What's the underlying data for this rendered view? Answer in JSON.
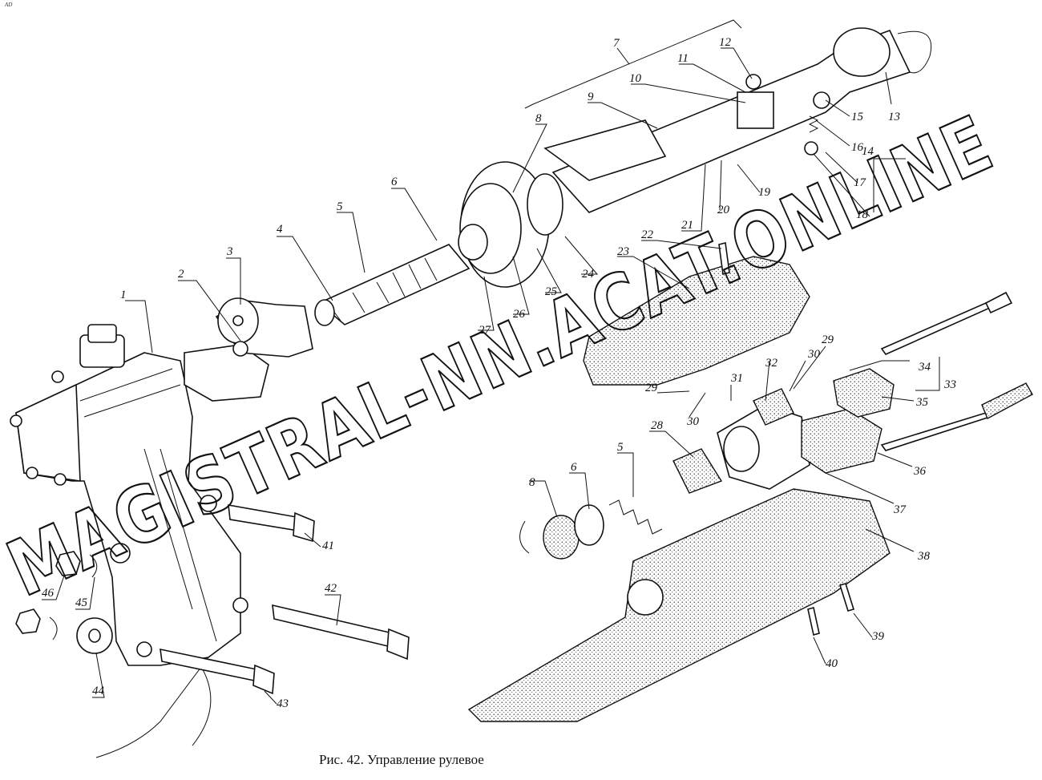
{
  "caption": "Рис. 42. Управление рулевое",
  "corner_mark": "AD",
  "watermark": "MAGISTRAL-NN.ACAT.ONLINE",
  "labels": {
    "l1": "1",
    "l2": "2",
    "l3": "3",
    "l4": "4",
    "l5": "5",
    "l6": "6",
    "l7": "7",
    "l8": "8",
    "l9": "9",
    "l10": "10",
    "l11": "11",
    "l12": "12",
    "l13": "13",
    "l14": "14",
    "l15": "15",
    "l16": "16",
    "l17": "17",
    "l18": "18",
    "l19": "19",
    "l20": "20",
    "l21": "21",
    "l22": "22",
    "l23": "23",
    "l24": "24",
    "l25": "25",
    "l26": "26",
    "l27": "27",
    "l28": "28",
    "l29a": "29",
    "l29b": "29",
    "l30a": "30",
    "l30b": "30",
    "l31": "31",
    "l32": "32",
    "l33": "33",
    "l34": "34",
    "l35": "35",
    "l36": "36",
    "l37": "37",
    "l38": "38",
    "l39": "39",
    "l40": "40",
    "l41": "41",
    "l42": "42",
    "l43": "43",
    "l44": "44",
    "l45": "45",
    "l46": "46",
    "l5b": "5",
    "l6b": "6",
    "l8b": "8"
  }
}
